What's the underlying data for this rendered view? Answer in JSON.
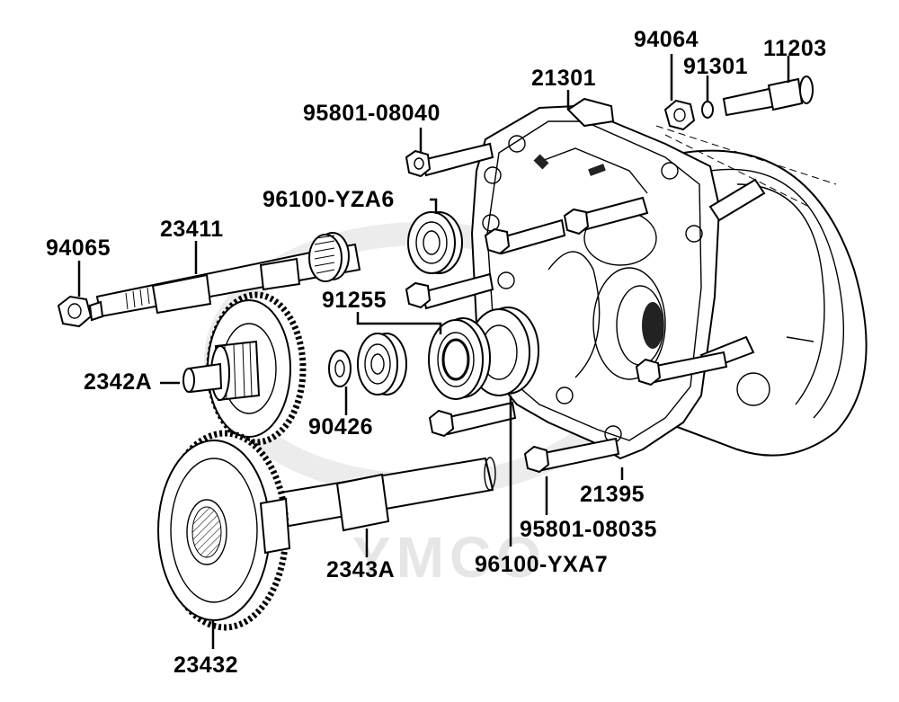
{
  "diagram": {
    "watermark": "YMCO",
    "labels": {
      "p94064": "94064",
      "p91301": "91301",
      "p11203": "11203",
      "p21301": "21301",
      "p95801_08040": "95801-08040",
      "p96100_YZA6": "96100-YZA6",
      "p94065": "94065",
      "p23411": "23411",
      "p91255": "91255",
      "p2342A": "2342A",
      "p90426": "90426",
      "p21395": "21395",
      "p95801_08035": "95801-08035",
      "p96100_YXA7": "96100-YXA7",
      "p2343A": "2343A",
      "p23432": "23432"
    }
  }
}
